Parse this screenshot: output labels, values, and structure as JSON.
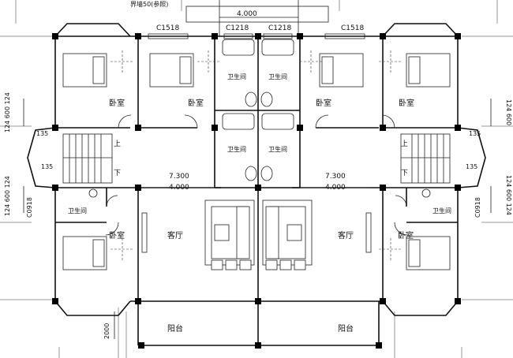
{
  "top_note": "界墙50(参照)",
  "dims": {
    "top_4000": "4.000",
    "left_7300": "7.300",
    "left_4000": "4.000",
    "right_7300": "7.300",
    "right_4000": "4.000",
    "bottom_2000": "2000",
    "left_side_top": "124 600 124",
    "left_side_bottom": "124 600 124",
    "right_side_top": "124 600",
    "right_side_bottom": "124 600 124",
    "left_135a": "135",
    "left_135b": "135",
    "right_135a": "135",
    "right_135b": "135"
  },
  "windows": {
    "c1518_left": "C1518",
    "c1218_left": "C1218",
    "c1218_right": "C1218",
    "c1518_right": "C1518",
    "c0918_left": "C0918",
    "c0918_right": "C0918"
  },
  "rooms": {
    "bedroom_1": "卧室",
    "bedroom_2": "卧室",
    "bedroom_3": "卧室",
    "bedroom_4": "卧室",
    "bedroom_5": "卧室",
    "bedroom_6": "卧室",
    "bath_1": "卫生间",
    "bath_2": "卫生间",
    "bath_3": "卫生间",
    "bath_4": "卫生间",
    "bath_5": "卫生间",
    "bath_6": "卫生间",
    "living_left": "客厅",
    "living_right": "客厅",
    "balcony_left": "阳台",
    "balcony_right": "阳台"
  },
  "stairs": {
    "left_up": "上",
    "left_down": "下",
    "right_up": "上",
    "right_down": "下"
  }
}
